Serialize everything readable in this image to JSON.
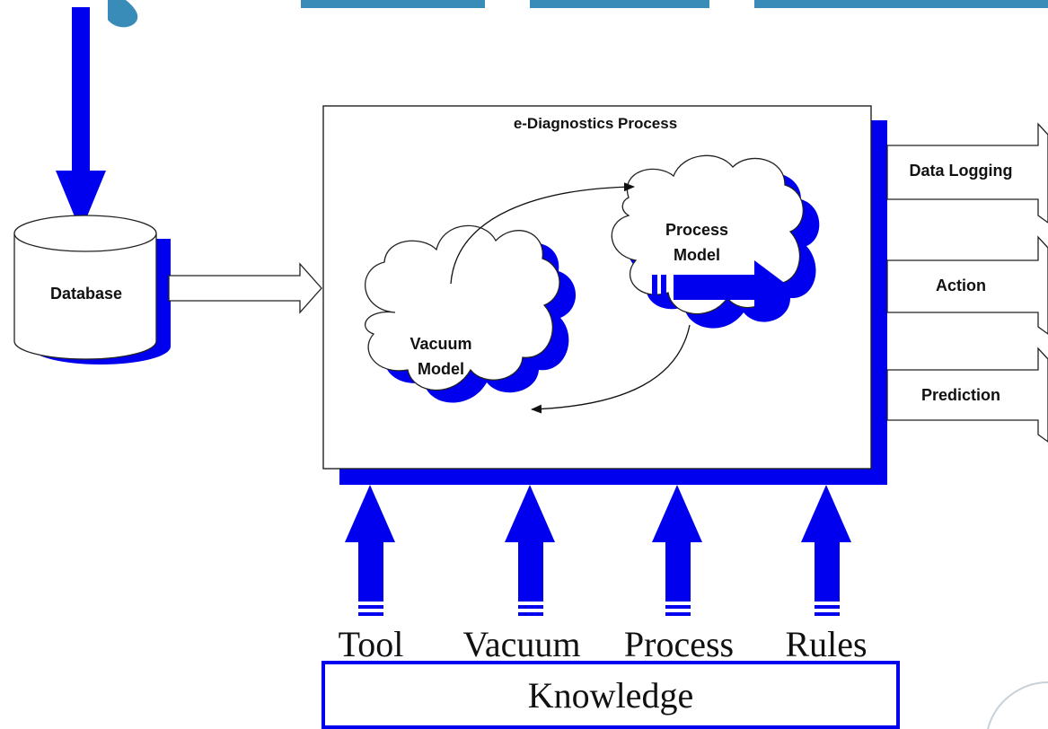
{
  "colors": {
    "accent": "#0000ee",
    "title_fragment": "#3a8cb8",
    "outline": "#222222",
    "background": "#ffffff"
  },
  "diagram": {
    "title": "e-Diagnostics Process",
    "database": {
      "label": "Database"
    },
    "vacuum_model": {
      "line1": "Vacuum",
      "line2": "Model"
    },
    "process_model": {
      "line1": "Process",
      "line2": "Model"
    },
    "outputs": [
      "Data Logging",
      "Action",
      "Prediction"
    ],
    "inputs": [
      "Tool",
      "Vacuum",
      "Process",
      "Rules"
    ],
    "knowledge": "Knowledge"
  }
}
